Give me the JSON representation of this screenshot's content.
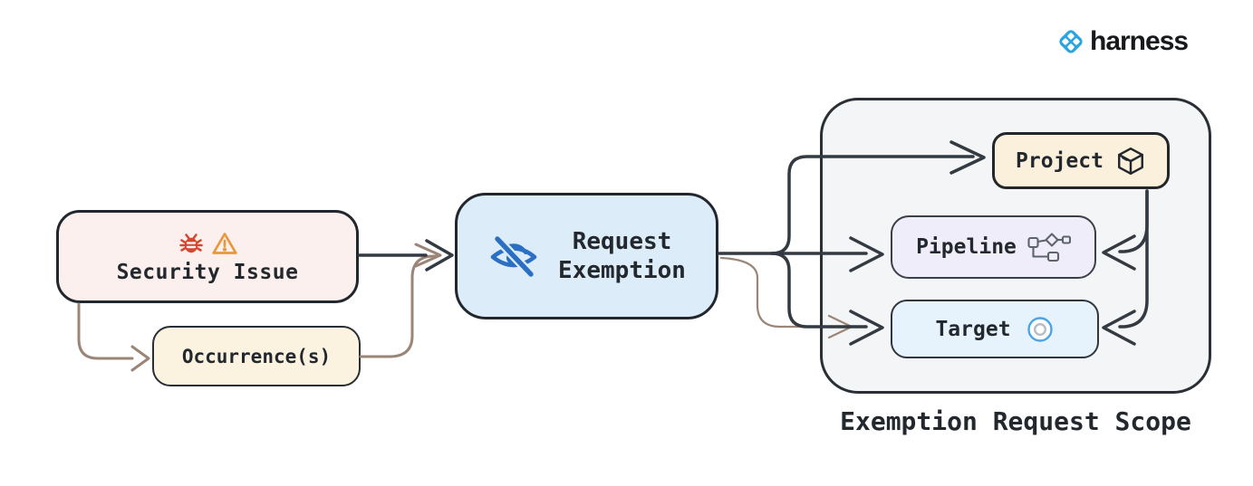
{
  "logo": {
    "brand": "harness",
    "icon": "harness-logo-icon",
    "brand_blue": "#2ba4e0",
    "text_color": "#17191d"
  },
  "nodes": {
    "security_issue": {
      "label": "Security Issue",
      "icons": [
        "bug-icon",
        "warning-icon"
      ],
      "fill": "#fcf0ee",
      "border": "#22272d"
    },
    "occurrences": {
      "label": "Occurrence(s)",
      "fill": "#fbf3e0",
      "border": "#2a2f35"
    },
    "request_exemption": {
      "label_line1": "Request",
      "label_line2": "Exemption",
      "icon": "eye-off-icon",
      "icon_color": "#2b6fc4",
      "fill": "#dcecf9",
      "border": "#22272d"
    },
    "project": {
      "label": "Project",
      "icon": "package-icon",
      "fill": "#fbf0dc",
      "border": "#22272d"
    },
    "pipeline": {
      "label": "Pipeline",
      "icon": "pipeline-icon",
      "icon_color": "#5c636b",
      "fill": "#f0edfa",
      "border": "#3a4047"
    },
    "target": {
      "label": "Target",
      "icon": "target-icon",
      "icon_color": "#4da3e8",
      "fill": "#e6f2fc",
      "border": "#30363d"
    }
  },
  "scope": {
    "label": "Exemption Request Scope"
  },
  "edges": [
    {
      "from": "security_issue",
      "to": "request_exemption",
      "color": "dark"
    },
    {
      "from": "security_issue",
      "to": "occurrences",
      "color": "brown"
    },
    {
      "from": "occurrences",
      "to": "request_exemption",
      "color": "brown"
    },
    {
      "from": "request_exemption",
      "to": "project",
      "color": "dark"
    },
    {
      "from": "request_exemption",
      "to": "pipeline",
      "color": "dark"
    },
    {
      "from": "request_exemption",
      "to": "target",
      "color": "dark"
    },
    {
      "from": "occurrences",
      "to": "target",
      "color": "brown"
    },
    {
      "from": "project",
      "to": "pipeline",
      "color": "dark"
    },
    {
      "from": "project",
      "to": "target",
      "color": "dark"
    }
  ],
  "colors": {
    "edge_dark": "#333a41",
    "edge_brown": "#9b8577",
    "bug_red": "#d7452e",
    "warning_orange": "#e9973f",
    "background": "#ffffff"
  }
}
